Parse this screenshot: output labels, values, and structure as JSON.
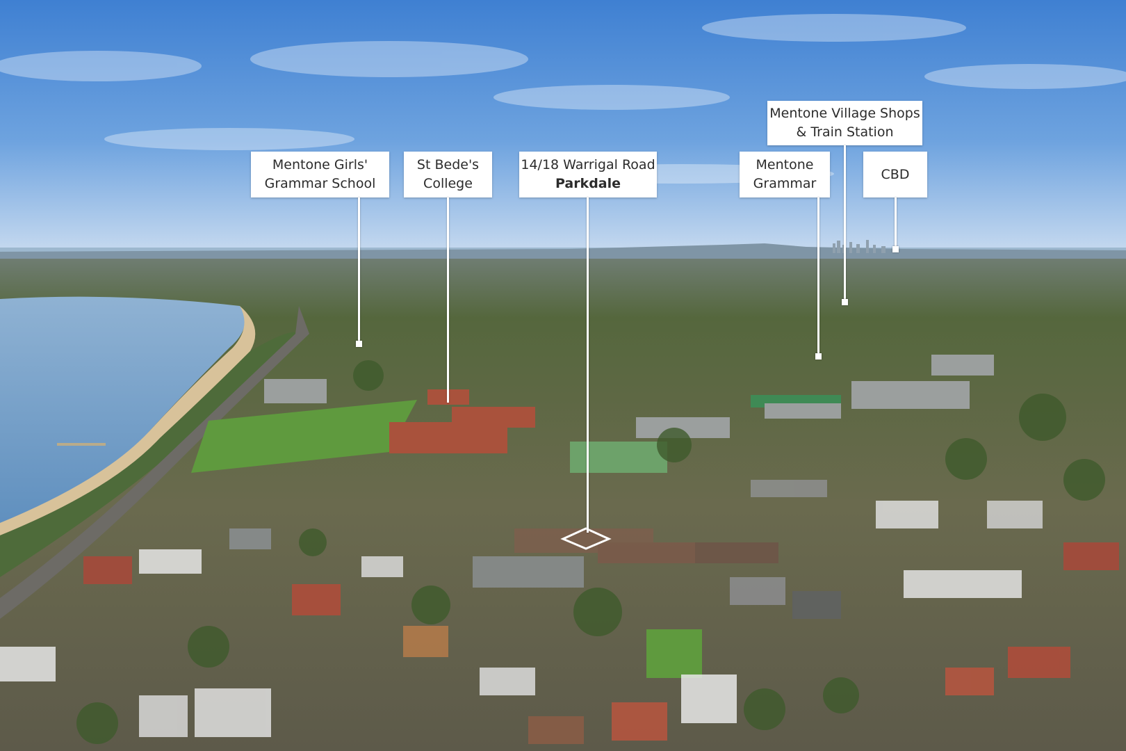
{
  "photo": {
    "colors": {
      "sky_top": "#3b7ed0",
      "sky_horizon": "#c9dbef",
      "water": "#6f9cc6",
      "sand": "#d7c39a",
      "grass": "#5f9a3e",
      "suburb": "#6b7a52"
    }
  },
  "callouts": [
    {
      "id": "mentone-girls",
      "lines": [
        "Mentone Girls'",
        "Grammar School"
      ]
    },
    {
      "id": "st-bedes",
      "lines": [
        "St Bede's",
        "College"
      ]
    },
    {
      "id": "property",
      "lines": [
        "14/18 Warrigal Road",
        "Parkdale"
      ]
    },
    {
      "id": "mentone-grammar",
      "lines": [
        "Mentone",
        "Grammar"
      ]
    },
    {
      "id": "mentone-village",
      "lines": [
        "Mentone Village Shops",
        "& Train Station"
      ]
    },
    {
      "id": "cbd",
      "lines": [
        "CBD"
      ]
    }
  ]
}
